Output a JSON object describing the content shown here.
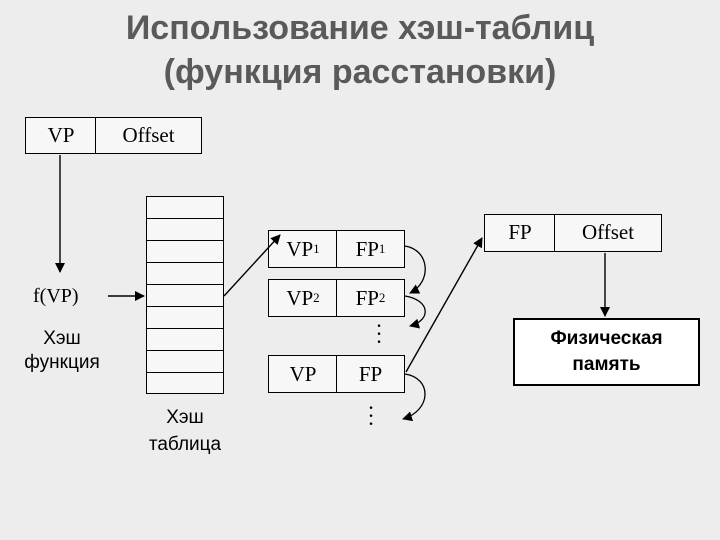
{
  "title": {
    "line1": "Использование хэш-таблиц",
    "line2": "(функция расстановки)"
  },
  "va_box": {
    "vp": "VP",
    "offset": "Offset"
  },
  "hash_function": {
    "input": "f(VP)",
    "label_line1": "Хэш",
    "label_line2": "функция"
  },
  "hash_table": {
    "label_line1": "Хэш",
    "label_line2": "таблица"
  },
  "entries": [
    {
      "vp": "VP",
      "vp_sub": "1",
      "fp": "FP",
      "fp_sub": "1"
    },
    {
      "vp": "VP",
      "vp_sub": "2",
      "fp": "FP",
      "fp_sub": "2"
    },
    {
      "vp": "VP",
      "vp_sub": "",
      "fp": "FP",
      "fp_sub": ""
    }
  ],
  "pa_box": {
    "fp": "FP",
    "offset": "Offset"
  },
  "memory": {
    "line1": "Физическая",
    "line2": "память"
  }
}
